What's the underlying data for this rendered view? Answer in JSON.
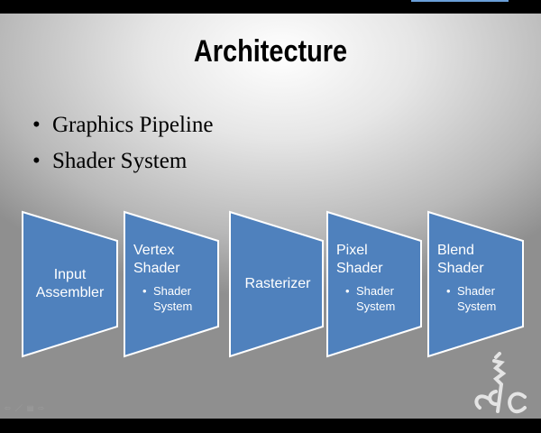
{
  "slide": {
    "title": "Architecture",
    "bullets": [
      "Graphics Pipeline",
      "Shader System"
    ],
    "stages": [
      {
        "title_lines": [
          "Input",
          "Assembler"
        ],
        "sub": []
      },
      {
        "title_lines": [
          "Vertex",
          "Shader"
        ],
        "sub": [
          "Shader",
          "System"
        ]
      },
      {
        "title_lines": [
          "Rasterizer"
        ],
        "sub": []
      },
      {
        "title_lines": [
          "Pixel",
          "Shader"
        ],
        "sub": [
          "Shader",
          "System"
        ]
      },
      {
        "title_lines": [
          "Blend",
          "Shader"
        ],
        "sub": [
          "Shader",
          "System"
        ]
      }
    ],
    "shape_color": "#4f81bd"
  },
  "controls": [
    "previous-icon",
    "pen-icon",
    "menu-icon",
    "next-icon"
  ]
}
